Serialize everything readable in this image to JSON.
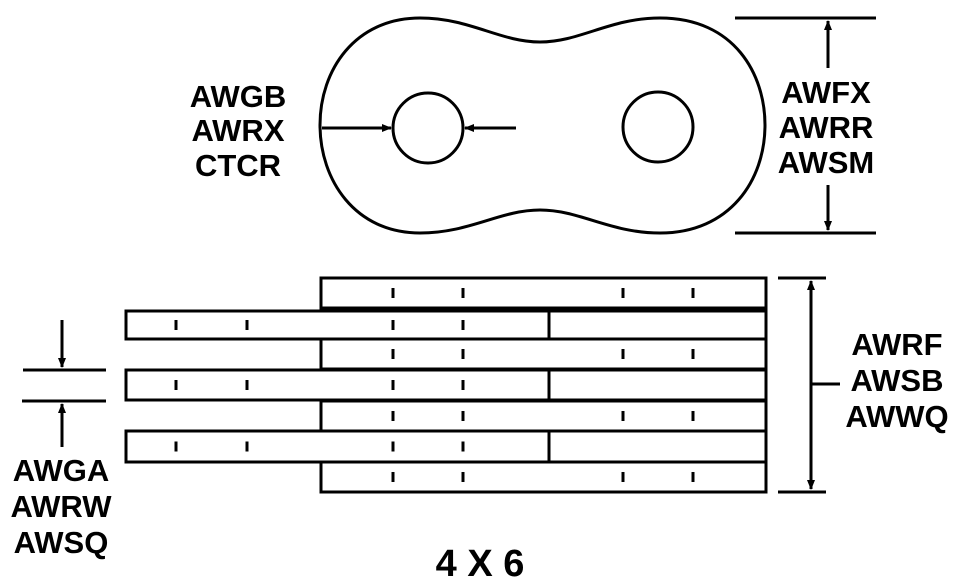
{
  "link_plate_callout": {
    "lines": [
      "AWGB",
      "AWRX",
      "CTCR"
    ]
  },
  "plate_height_callout": {
    "lines": [
      "AWFX",
      "AWRR",
      "AWSM"
    ]
  },
  "chain_width_callout": {
    "lines": [
      "AWRF",
      "AWSB",
      "AWWQ"
    ]
  },
  "plate_thickness_callout": {
    "lines": [
      "AWGA",
      "AWRW",
      "AWSQ"
    ]
  },
  "caption": "4 X 6",
  "colors": {
    "stroke": "#000000",
    "background": "#ffffff"
  }
}
